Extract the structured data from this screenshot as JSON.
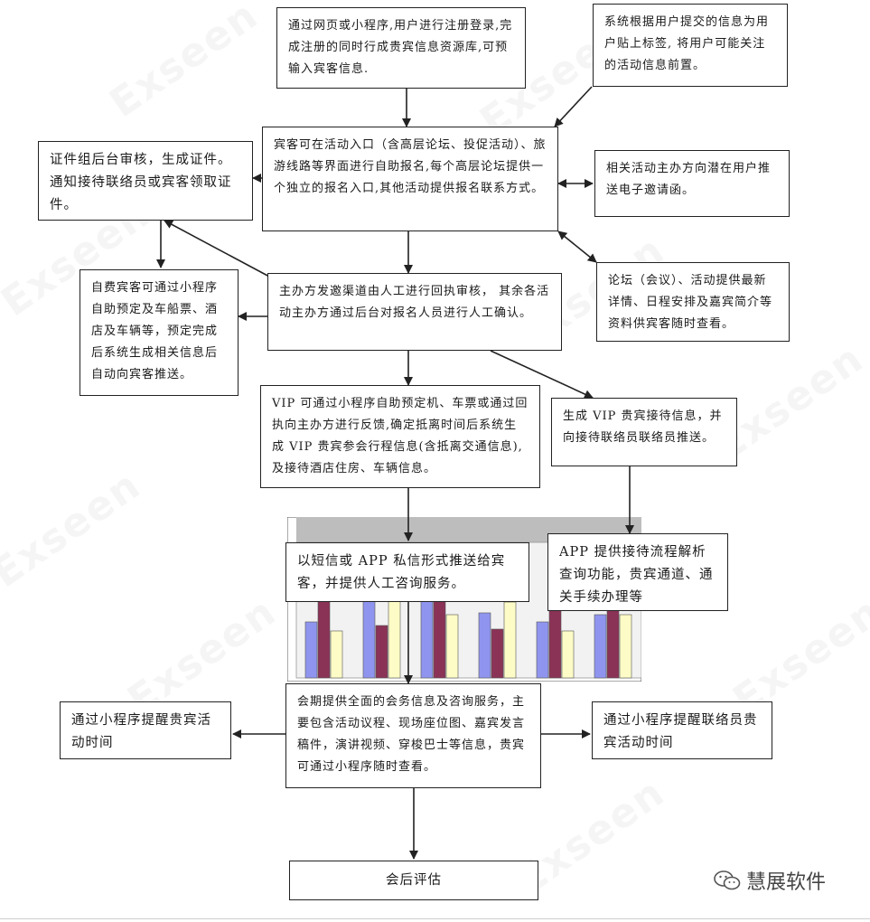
{
  "boxes": {
    "register": "通过网页或小程序,用户进行注册登录,完成注册的同时行成贵宾信息资源库,可预输入宾客信息.",
    "tagging": "系统根据用户提交的信息为用户贴上标签, 将用户可能关注的活动信息前置。",
    "signup": "宾客可在活动入口（含高层论坛、投促活动）、旅游线路等界面进行自助报名,每个高层论坛提供一个独立的报名入口,其他活动提供报名联系方式。",
    "certificate": "证件组后台审核，生成证件。通知接待联络员或宾客领取证件。",
    "invite": "相关活动主办方向潜在用户推送电子邀请函。",
    "forum_info": "论坛（会议）、活动提供最新详情、日程安排及嘉宾简介等资料供宾客随时查看。",
    "review": "主办方发邀渠道由人工进行回执审核， 其余各活动主办方通过后台对报名人员进行人工确认。",
    "self_pay": "自费宾客可通过小程序自助预定及车船票、酒店及车辆等，预定完成后系统生成相关信息后自动向宾客推送。",
    "vip_booking": "VIP 可通过小程序自助预定机、车票或通过回执向主办方进行反馈,确定抵离时间后系统生成 VIP 贵宾参会行程信息(含抵离交通信息),及接待酒店住房、车辆信息。",
    "vip_reception": "生成 VIP 贵宾接待信息，并向接待联络员联络员推送。",
    "sms_push": "以短信或 APP 私信形式推送给宾客，并提供人工咨询服务。",
    "app_query": "APP 提供接待流程解析查询功能，贵宾通道、通关手续办理等",
    "meeting_info": "会期提供全面的会务信息及咨询服务，主要包含活动议程、现场座位图、嘉宾发言稿件，演讲视频、穿梭巴士等信息，贵宾可通过小程序随时查看。",
    "remind_guest": "通过小程序提醒贵宾活动时间",
    "remind_liaison": "通过小程序提醒联络员贵宾活动时间",
    "evaluation": "会后评估"
  },
  "watermark": "Exseen",
  "brand": {
    "icon": "wechat-icon",
    "name": "慧展软件"
  },
  "colors": {
    "line": "#222222",
    "chart_blue": "#8f95ee",
    "chart_purple": "#8b3357",
    "chart_cream": "#fdfbc6",
    "chart_gray": "#bdbdbd"
  }
}
